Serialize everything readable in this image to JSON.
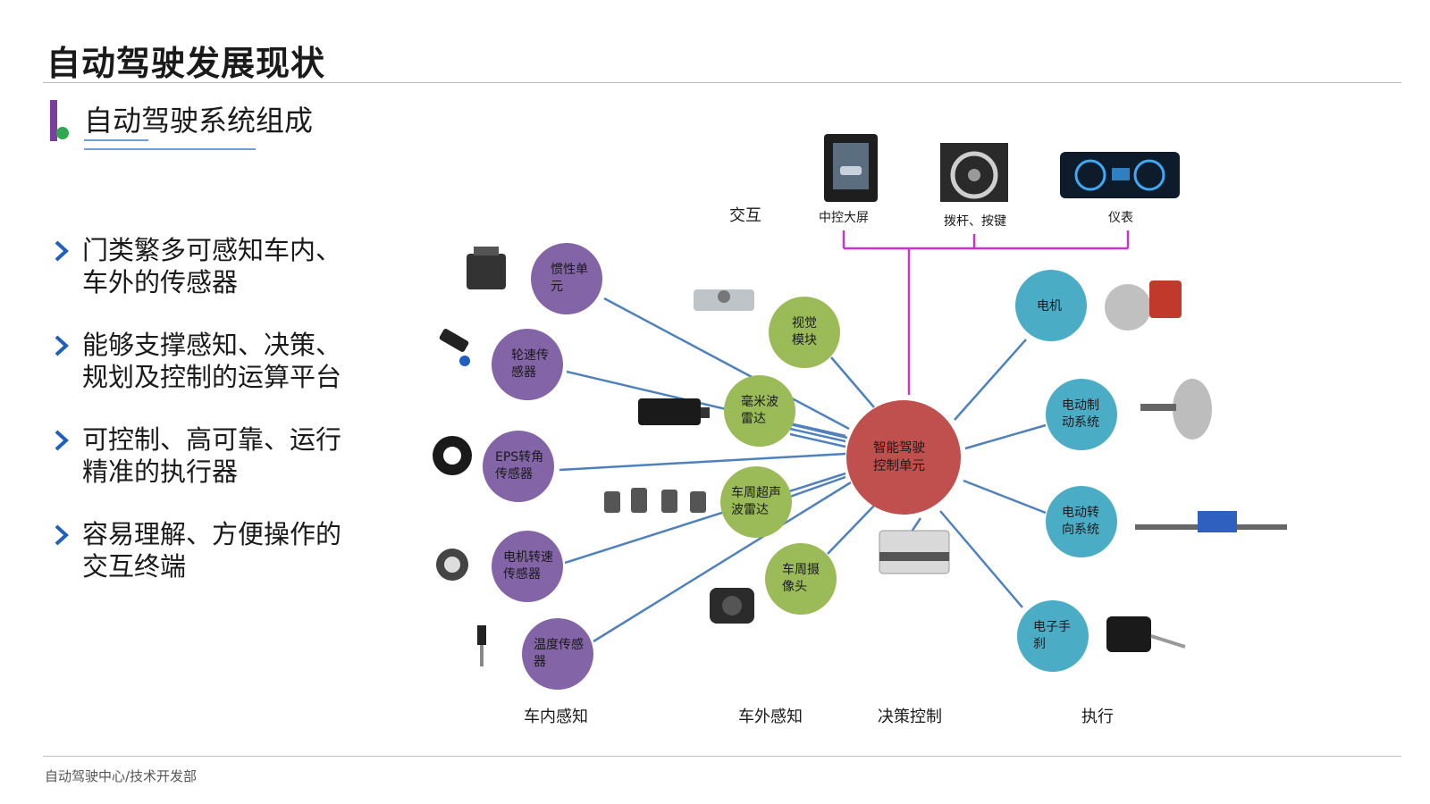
{
  "title": "自动驾驶发展现状",
  "subtitle": "自动驾驶系统组成",
  "bullets": [
    {
      "line1": "门类繁多可感知车内、",
      "line2": "车外的传感器"
    },
    {
      "line1": "能够支撑感知、决策、",
      "line2": "规划及控制的运算平台"
    },
    {
      "line1": "可控制、高可靠、运行",
      "line2": "精准的执行器"
    },
    {
      "line1": "容易理解、方便操作的",
      "line2": "交互终端"
    }
  ],
  "diagram": {
    "center": {
      "line1": "智能驾驶",
      "line2": "控制单元"
    },
    "interaction": {
      "label": "交互",
      "items": [
        "中控大屏",
        "拨杆、按键",
        "仪表"
      ]
    },
    "interior_sensors": [
      {
        "line1": "惯性单",
        "line2": "元"
      },
      {
        "line1": "轮速传",
        "line2": "感器"
      },
      {
        "line1": "EPS转角",
        "line2": "传感器"
      },
      {
        "line1": "电机转速",
        "line2": "传感器"
      },
      {
        "line1": "温度传感",
        "line2": "器"
      }
    ],
    "exterior_sensors": [
      {
        "line1": "视觉",
        "line2": "模块"
      },
      {
        "line1": "毫米波",
        "line2": "雷达"
      },
      {
        "line1": "车周超声",
        "line2": "波雷达"
      },
      {
        "line1": "车周摄",
        "line2": "像头"
      }
    ],
    "actuators": [
      {
        "line1": "电机",
        "line2": ""
      },
      {
        "line1": "电动制",
        "line2": "动系统"
      },
      {
        "line1": "电动转",
        "line2": "向系统"
      },
      {
        "line1": "电子手",
        "line2": "刹"
      }
    ],
    "categories": [
      "车内感知",
      "车外感知",
      "决策控制",
      "执行"
    ],
    "colors": {
      "interior": "#8364a6",
      "exterior": "#9bbb59",
      "center": "#c0504d",
      "actuator": "#4bacc6",
      "link": "#4f81bd",
      "interaction_link": "#cc33cc"
    }
  },
  "footer": "自动驾驶中心/技术开发部"
}
